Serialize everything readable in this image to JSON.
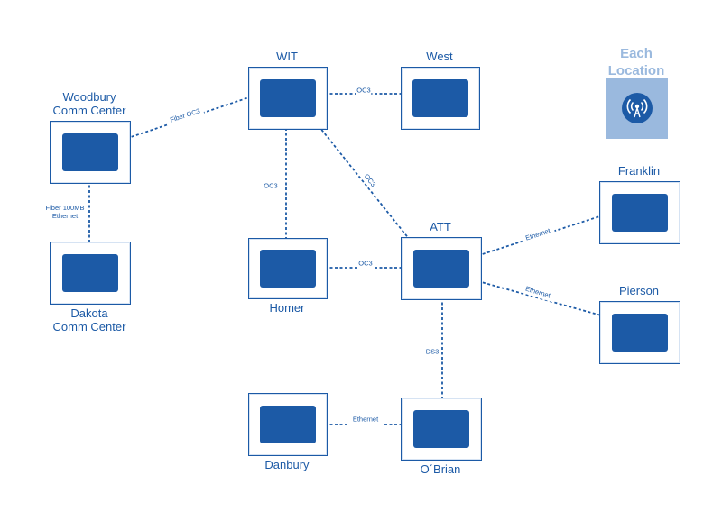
{
  "colors": {
    "primary": "#1c5aa6",
    "legend": "#9ab9de"
  },
  "legend": {
    "title": "Each\nLocation",
    "icon": "wireless-tower-icon"
  },
  "nodes": [
    {
      "id": "wit",
      "label": "WIT",
      "label_pos": "top"
    },
    {
      "id": "west",
      "label": "West",
      "label_pos": "top"
    },
    {
      "id": "woodbury",
      "label": "Woodbury\nComm Center",
      "label_pos": "top"
    },
    {
      "id": "dakota",
      "label": "Dakota\nComm Center",
      "label_pos": "bottom"
    },
    {
      "id": "homer",
      "label": "Homer",
      "label_pos": "bottom"
    },
    {
      "id": "att",
      "label": "ATT",
      "label_pos": "top"
    },
    {
      "id": "franklin",
      "label": "Franklin",
      "label_pos": "top"
    },
    {
      "id": "pierson",
      "label": "Pierson",
      "label_pos": "top"
    },
    {
      "id": "danbury",
      "label": "Danbury",
      "label_pos": "bottom"
    },
    {
      "id": "obrian",
      "label": "O´Brian",
      "label_pos": "bottom"
    }
  ],
  "links": [
    {
      "from": "woodbury",
      "to": "wit",
      "label": "Fiber OC3"
    },
    {
      "from": "wit",
      "to": "west",
      "label": "OC3"
    },
    {
      "from": "wit",
      "to": "homer",
      "label": "OC3"
    },
    {
      "from": "wit",
      "to": "att",
      "label": "OC3"
    },
    {
      "from": "woodbury",
      "to": "dakota",
      "label": "Fiber 100MB\nEthernet"
    },
    {
      "from": "homer",
      "to": "att",
      "label": "OC3"
    },
    {
      "from": "att",
      "to": "franklin",
      "label": "Ethernet"
    },
    {
      "from": "att",
      "to": "pierson",
      "label": "Ethernet"
    },
    {
      "from": "att",
      "to": "obrian",
      "label": "DS3"
    },
    {
      "from": "danbury",
      "to": "obrian",
      "label": "Ethernet"
    }
  ]
}
